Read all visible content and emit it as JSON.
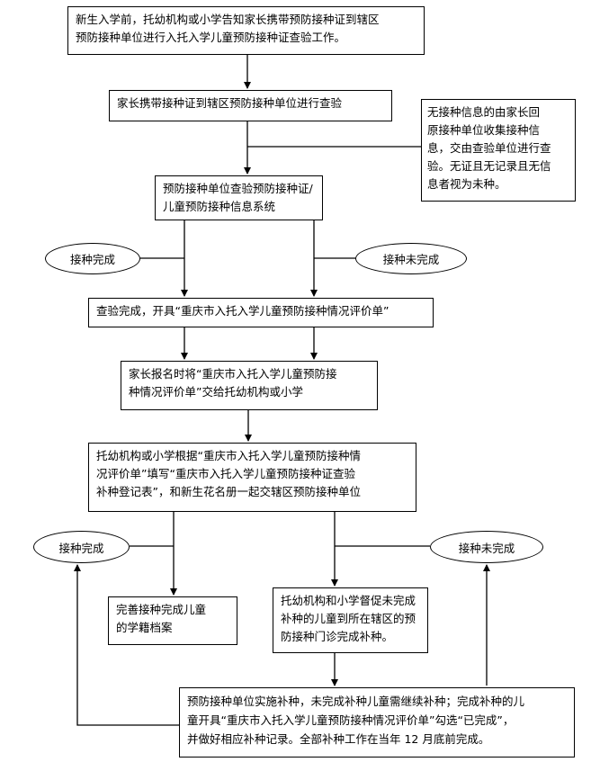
{
  "boxes": {
    "b1": "新生入学前，托幼机构或小学告知家长携带预防接种证到辖区\n预防接种单位进行入托入学儿童预防接种证查验工作。",
    "b2": "家长携带接种证到辖区预防接种单位进行查验",
    "note": "无接种信息的由家长回\n原接种单位收集接种信\n息，交由查验单位进行查\n验。无证且无记录且无信\n息者视为未种。",
    "b3": "预防接种单位查验预防接种证/\n儿童预防接种信息系统",
    "b4": "查验完成，开具“重庆市入托入学儿童预防接种情况评价单”",
    "b5": "家长报名时将“重庆市入托入学儿童预防接\n种情况评价单”交给托幼机构或小学",
    "b6": "托幼机构或小学根据“重庆市入托入学儿童预防接种情\n况评价单”填写“重庆市入托入学儿童预防接种证查验\n补种登记表”，和新生花名册一起交辖区预防接种单位",
    "b7": "完善接种完成儿童\n的学籍档案",
    "b8": "托幼机构和小学督促未完成\n补种的儿童到所在辖区的预\n防接种门诊完成补种。",
    "b9": "预防接种单位实施补种，未完成补种儿童需继续补种；完成补种的儿\n童开具“重庆市入托入学儿童预防接种情况评价单”勾选“已完成”，\n并做好相应补种记录。全部补种工作在当年 12 月底前完成。"
  },
  "ovals": {
    "o1": "接种完成",
    "o2": "接种未完成",
    "o3": "接种完成",
    "o4": "接种未完成"
  }
}
